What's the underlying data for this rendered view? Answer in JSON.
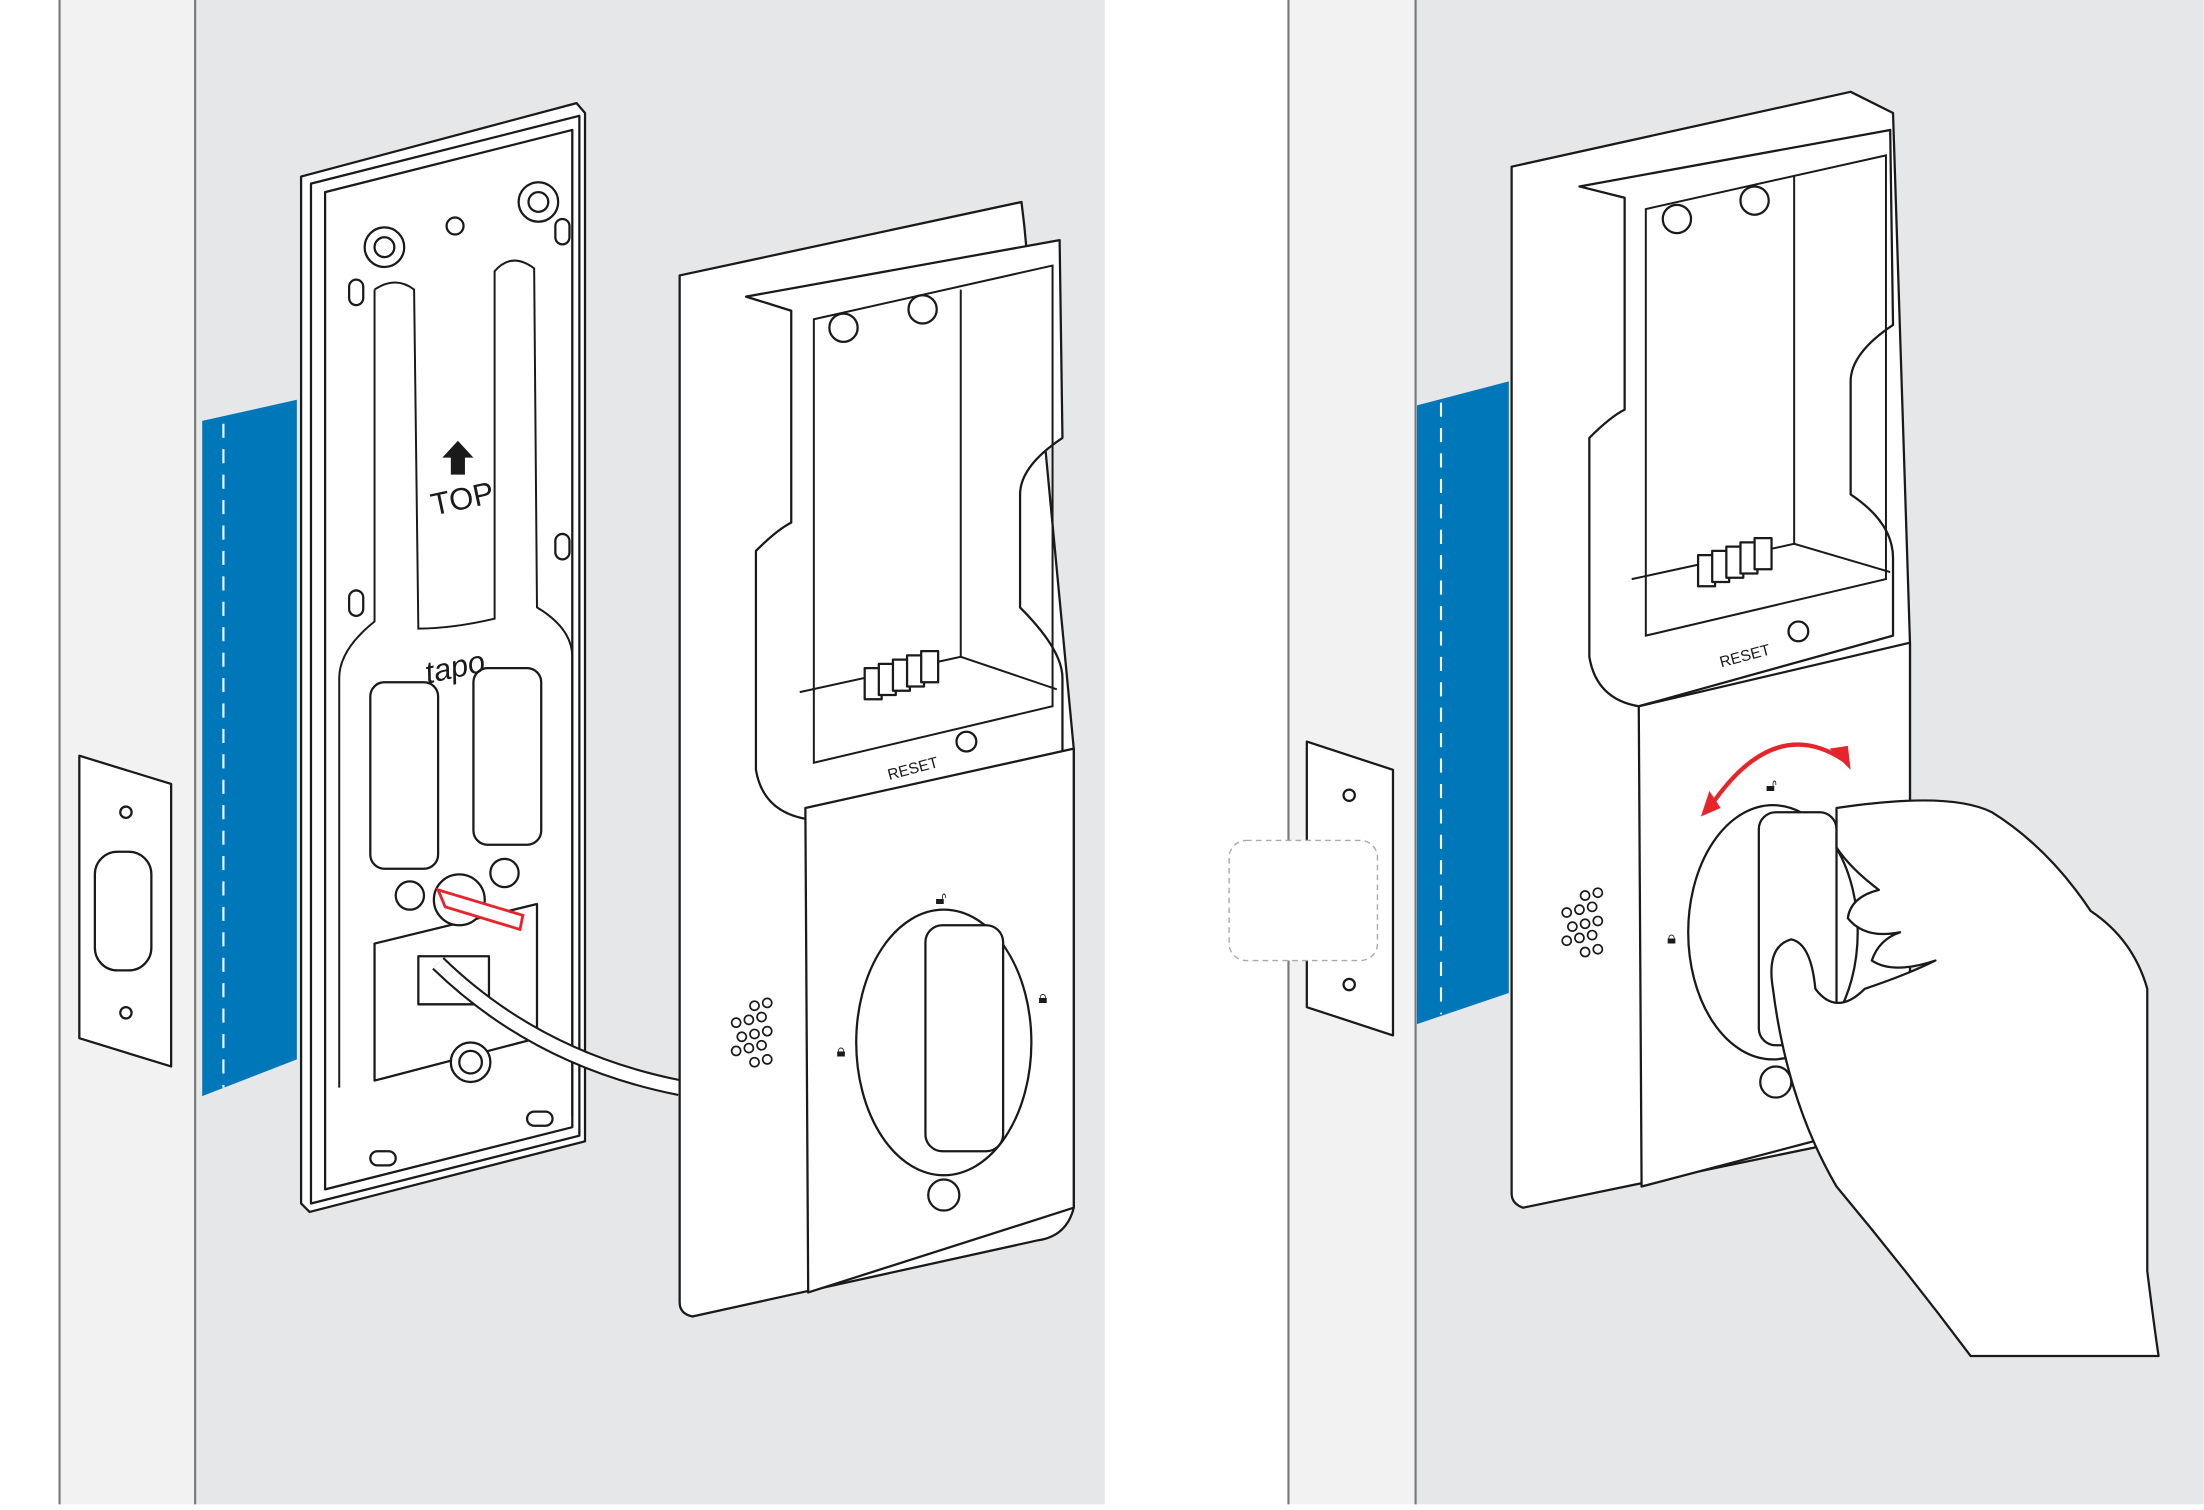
{
  "colors": {
    "wall": "#e6e7e8",
    "door_edge": "#f2f2f2",
    "tape_blue": "#0077b9",
    "accent_red": "#e8242b",
    "line": "#1a1a1a"
  },
  "left_step": {
    "mounting_plate": {
      "direction_label": "TOP",
      "brand_label": "tapo"
    },
    "lock_body": {
      "reset_label": "RESET"
    }
  },
  "right_step": {
    "lock_body": {
      "reset_label": "RESET"
    }
  }
}
